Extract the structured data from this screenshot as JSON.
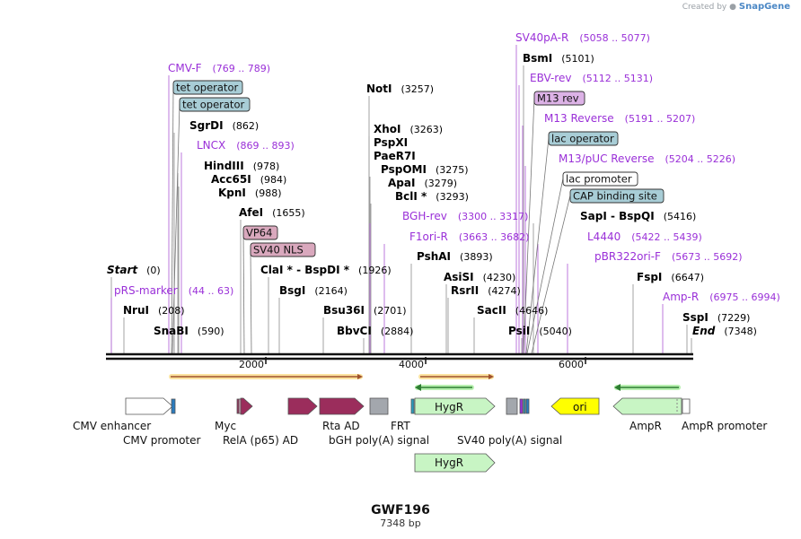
{
  "credit": {
    "prefix": "Created by",
    "brand": "SnapGene"
  },
  "plasmid": {
    "name": "GWF196",
    "size_label": "7348 bp",
    "length": 7348
  },
  "ticks": [
    "2000",
    "4000",
    "6000"
  ],
  "labels": [
    {
      "t": "site",
      "name": "Start",
      "pos": "(0)",
      "italic": true
    },
    {
      "t": "site",
      "name": "NruI",
      "pos": "(208)"
    },
    {
      "t": "site",
      "name": "SnaBI",
      "pos": "(590)"
    },
    {
      "t": "site",
      "name": "SgrDI",
      "pos": "(862)"
    },
    {
      "t": "site",
      "name": "HindIII",
      "pos": "(978)"
    },
    {
      "t": "site",
      "name": "Acc65I",
      "pos": "(984)"
    },
    {
      "t": "site",
      "name": "KpnI",
      "pos": "(988)"
    },
    {
      "t": "site",
      "name": "AfeI",
      "pos": "(1655)"
    },
    {
      "t": "site",
      "name": "ClaI *  -  BspDI *",
      "pos": "(1926)"
    },
    {
      "t": "site",
      "name": "BsgI",
      "pos": "(2164)"
    },
    {
      "t": "site",
      "name": "Bsu36I",
      "pos": "(2701)"
    },
    {
      "t": "site",
      "name": "BbvCI",
      "pos": "(2884)"
    },
    {
      "t": "site",
      "name": "NotI",
      "pos": "(3257)"
    },
    {
      "t": "site",
      "name": "XhoI",
      "pos": "(3263)"
    },
    {
      "t": "site",
      "name": "PspXI",
      "pos": ""
    },
    {
      "t": "site",
      "name": "PaeR7I",
      "pos": ""
    },
    {
      "t": "site",
      "name": "PspOMI",
      "pos": "(3275)"
    },
    {
      "t": "site",
      "name": "ApaI",
      "pos": "(3279)"
    },
    {
      "t": "site",
      "name": "BclI *",
      "pos": "(3293)"
    },
    {
      "t": "site",
      "name": "PshAI",
      "pos": "(3893)"
    },
    {
      "t": "site",
      "name": "AsiSI",
      "pos": "(4230)"
    },
    {
      "t": "site",
      "name": "RsrII",
      "pos": "(4274)"
    },
    {
      "t": "site",
      "name": "SacII",
      "pos": "(4646)"
    },
    {
      "t": "site",
      "name": "PsiI",
      "pos": "(5040)"
    },
    {
      "t": "site",
      "name": "BsmI",
      "pos": "(5101)"
    },
    {
      "t": "site",
      "name": "SapI  -  BspQI",
      "pos": "(5416)"
    },
    {
      "t": "site",
      "name": "FspI",
      "pos": "(6647)"
    },
    {
      "t": "site",
      "name": "SspI",
      "pos": "(7229)"
    },
    {
      "t": "site",
      "name": "End",
      "pos": "(7348)",
      "italic": true
    },
    {
      "t": "primer",
      "name": "CMV-F",
      "pos": "(769 .. 789)"
    },
    {
      "t": "primer",
      "name": "LNCX",
      "pos": "(869 .. 893)"
    },
    {
      "t": "primer",
      "name": "pRS-marker",
      "pos": "(44 .. 63)"
    },
    {
      "t": "primer",
      "name": "BGH-rev",
      "pos": "(3300 .. 3317)"
    },
    {
      "t": "primer",
      "name": "F1ori-R",
      "pos": "(3663 .. 3682)"
    },
    {
      "t": "primer",
      "name": "SV40pA-R",
      "pos": "(5058 .. 5077)"
    },
    {
      "t": "primer",
      "name": "EBV-rev",
      "pos": "(5112 .. 5131)"
    },
    {
      "t": "primer",
      "name": "M13 Reverse",
      "pos": "(5191 .. 5207)"
    },
    {
      "t": "primer",
      "name": "M13/pUC Reverse",
      "pos": "(5204 .. 5226)"
    },
    {
      "t": "primer",
      "name": "L4440",
      "pos": "(5422 .. 5439)"
    },
    {
      "t": "primer",
      "name": "pBR322ori-F",
      "pos": "(5673 .. 5692)"
    },
    {
      "t": "primer",
      "name": "Amp-R",
      "pos": "(6975 .. 6994)"
    },
    {
      "t": "box",
      "name": "tet operator",
      "style": "blue"
    },
    {
      "t": "box",
      "name": "tet operator",
      "style": "blue"
    },
    {
      "t": "box",
      "name": "VP64",
      "style": "pink"
    },
    {
      "t": "box",
      "name": "SV40 NLS",
      "style": "pink"
    },
    {
      "t": "box",
      "name": "M13 rev",
      "style": "lilac"
    },
    {
      "t": "box",
      "name": "lac operator",
      "style": "blue"
    },
    {
      "t": "box",
      "name": "lac promoter",
      "style": "white"
    },
    {
      "t": "box",
      "name": "CAP binding site",
      "style": "blue"
    }
  ],
  "features": [
    {
      "name": "CMV enhancer"
    },
    {
      "name": "CMV promoter"
    },
    {
      "name": "Myc"
    },
    {
      "name": "RelA (p65) AD"
    },
    {
      "name": "Rta AD"
    },
    {
      "name": "bGH poly(A) signal"
    },
    {
      "name": "FRT"
    },
    {
      "name": "HygR"
    },
    {
      "name": "SV40 poly(A) signal"
    },
    {
      "name": "ori"
    },
    {
      "name": "AmpR"
    },
    {
      "name": "AmpR promoter"
    },
    {
      "name": "HygR"
    }
  ],
  "colors": {
    "site": "#000000",
    "primer": "#9a30d8",
    "pink": "#d9a8bd",
    "blue": "#a8cdd6",
    "lilac": "#dcb2e6",
    "green": "#c8f5c4",
    "maroon": "#9b2d5c",
    "yellow": "#ffff00",
    "orange": "#f0a020"
  }
}
